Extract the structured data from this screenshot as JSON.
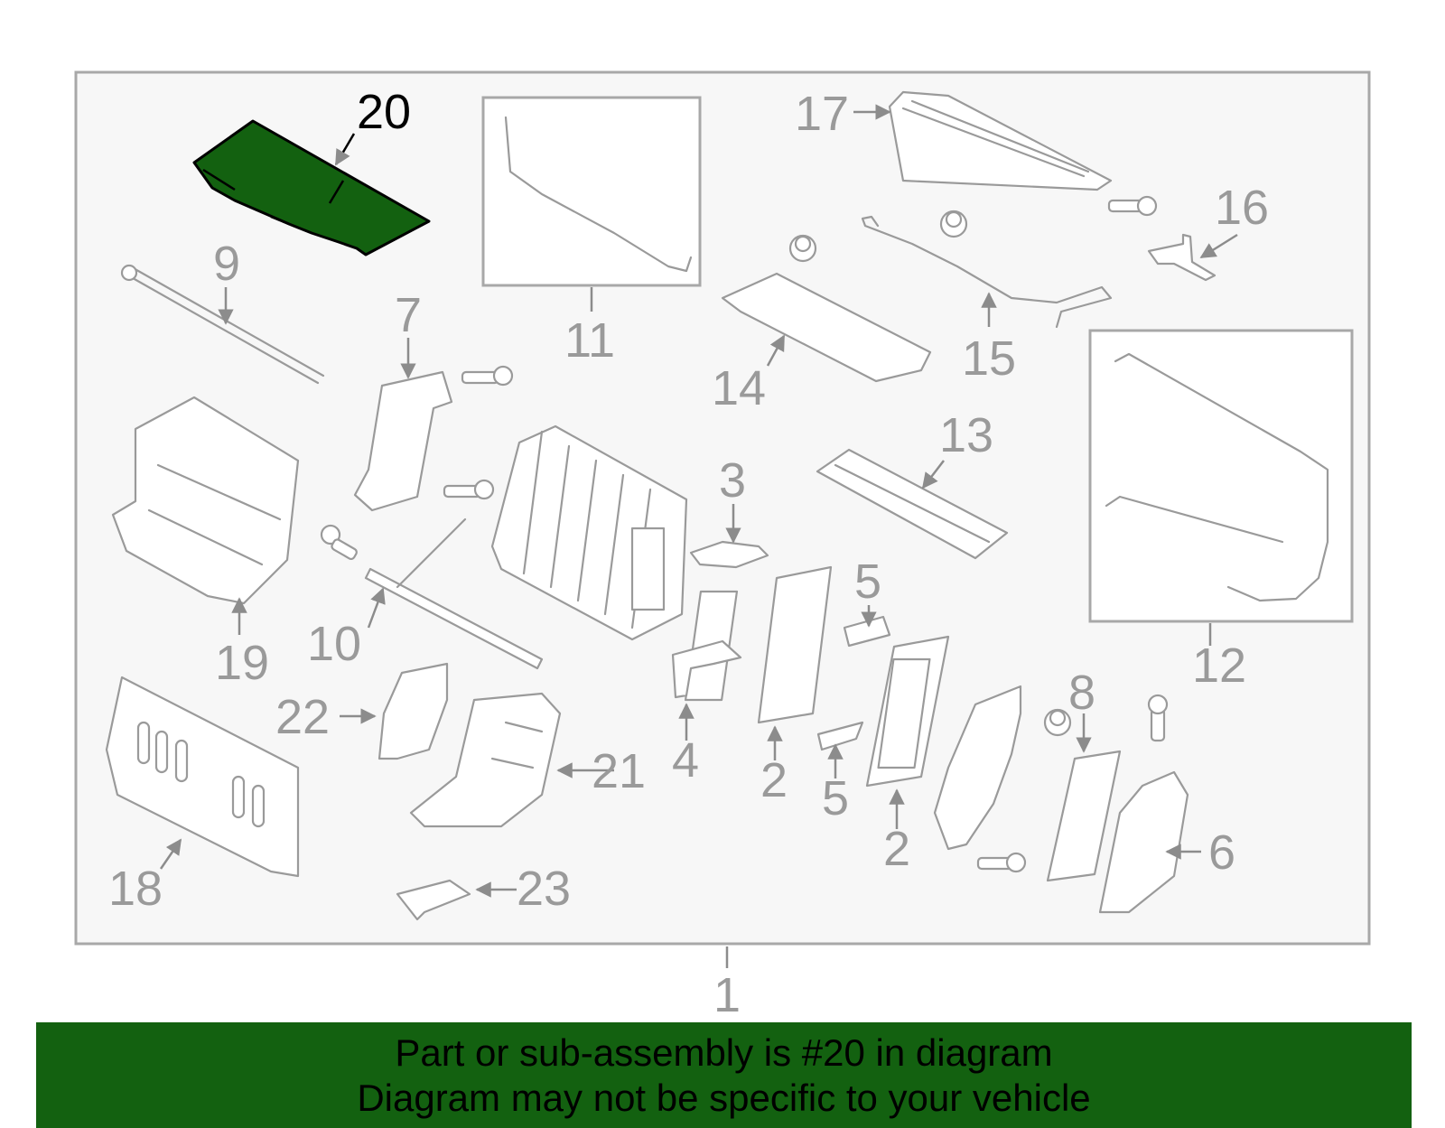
{
  "diagram": {
    "callouts": [
      "1",
      "2",
      "2",
      "3",
      "4",
      "5",
      "5",
      "6",
      "7",
      "8",
      "9",
      "10",
      "11",
      "12",
      "13",
      "14",
      "15",
      "16",
      "17",
      "18",
      "19",
      "20",
      "21",
      "22",
      "23"
    ],
    "highlighted_part": "20",
    "highlight_color": "#136110"
  },
  "banner": {
    "line1": "Part or sub-assembly is #20 in diagram",
    "line2": "Diagram may not be specific to your vehicle",
    "background": "#136110"
  }
}
